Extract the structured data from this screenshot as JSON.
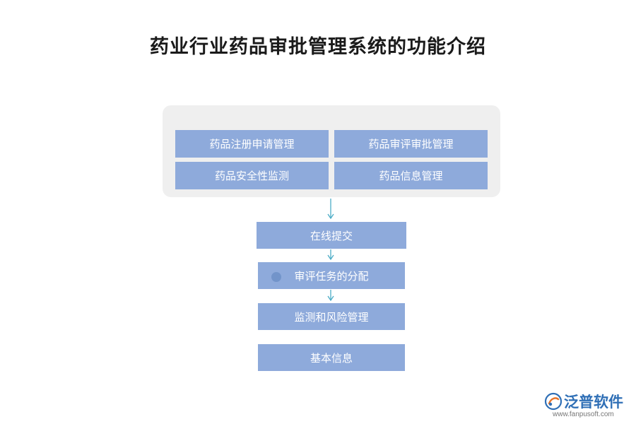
{
  "title": "药业行业药品审批管理系统的功能介绍",
  "modules": [
    {
      "label": "药品注册申请管理"
    },
    {
      "label": "药品审评审批管理"
    },
    {
      "label": "药品安全性监测"
    },
    {
      "label": "药品信息管理"
    }
  ],
  "flow_steps": [
    {
      "label": "在线提交"
    },
    {
      "label": "审评任务的分配"
    },
    {
      "label": "监测和风险管理"
    },
    {
      "label": "基本信息"
    }
  ],
  "brand": {
    "name": "泛普软件",
    "url": "www.fanpusoft.com"
  },
  "colors": {
    "box_fill": "#8eaadb",
    "panel_fill": "#efefef",
    "arrow": "#4bacc6",
    "brand": "#2f6fb6"
  }
}
